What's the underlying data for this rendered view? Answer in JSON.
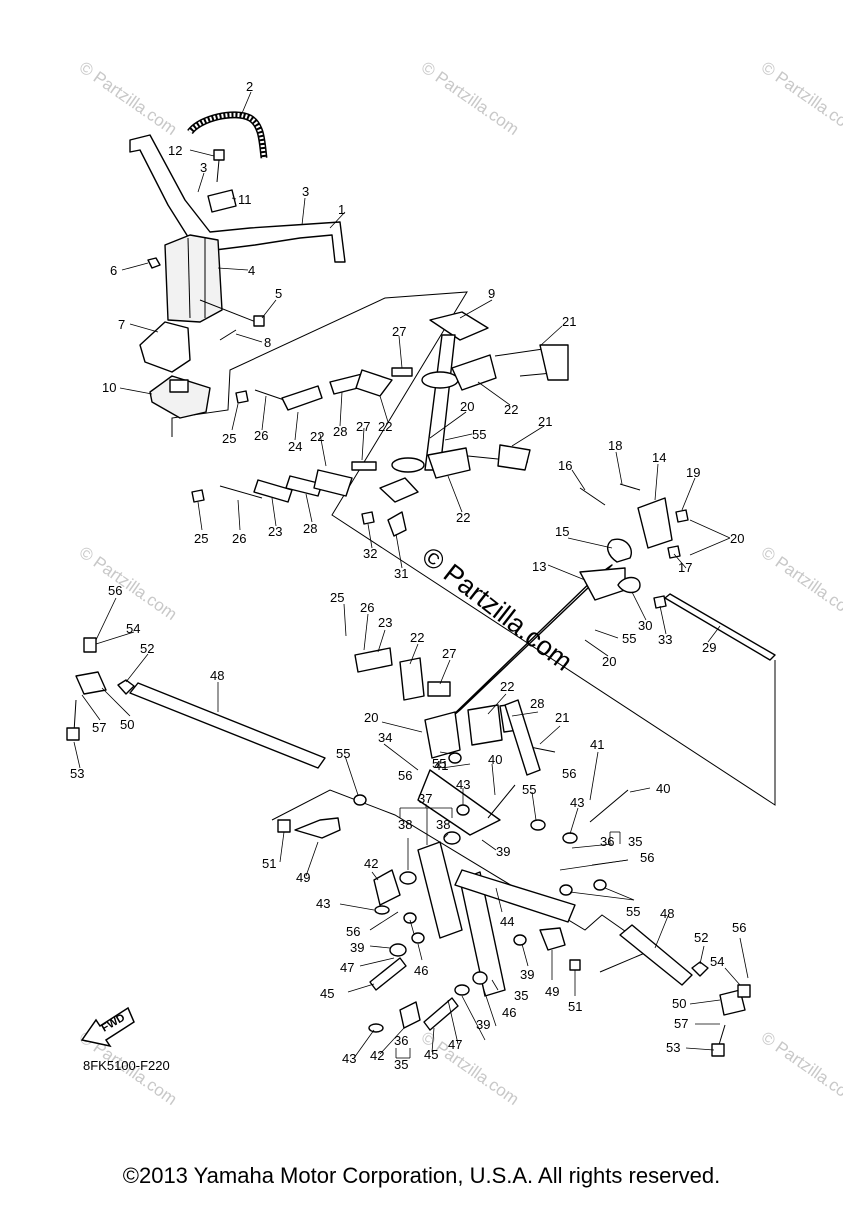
{
  "diagram": {
    "code": "8FK5100-F220",
    "fwd_label": "FWD",
    "center_watermark": "© Partzilla.com",
    "background_watermark": "© Partzilla.com",
    "copyright": "©2013 Yamaha Motor Corporation, U.S.A. All rights reserved."
  },
  "callouts": {
    "c1": "1",
    "c2": "2",
    "c3a": "3",
    "c3b": "3",
    "c4": "4",
    "c5": "5",
    "c6": "6",
    "c7": "7",
    "c8": "8",
    "c9": "9",
    "c10": "10",
    "c11": "11",
    "c12": "12",
    "c13": "13",
    "c14": "14",
    "c15": "15",
    "c16": "16",
    "c17": "17",
    "c18": "18",
    "c19": "19",
    "c20a": "20",
    "c20b": "20",
    "c20c": "20",
    "c20d": "20",
    "c21a": "21",
    "c21b": "21",
    "c21c": "21",
    "c22a": "22",
    "c22b": "22",
    "c22c": "22",
    "c22d": "22",
    "c22e": "22",
    "c22f": "22",
    "c23a": "23",
    "c23b": "23",
    "c24": "24",
    "c25a": "25",
    "c25b": "25",
    "c25c": "25",
    "c26a": "26",
    "c26b": "26",
    "c26c": "26",
    "c27a": "27",
    "c27b": "27",
    "c27c": "27",
    "c28a": "28",
    "c28b": "28",
    "c28c": "28",
    "c29": "29",
    "c30": "30",
    "c31": "31",
    "c32": "32",
    "c33": "33",
    "c34": "34",
    "c35a": "35",
    "c35b": "35",
    "c35c": "35",
    "c36a": "36",
    "c36b": "36",
    "c37": "37",
    "c38a": "38",
    "c38b": "38",
    "c39a": "39",
    "c39b": "39",
    "c39c": "39",
    "c39d": "39",
    "c40a": "40",
    "c40b": "40",
    "c41a": "41",
    "c41b": "41",
    "c42a": "42",
    "c42b": "42",
    "c43a": "43",
    "c43b": "43",
    "c43c": "43",
    "c43d": "43",
    "c44": "44",
    "c45a": "45",
    "c45b": "45",
    "c46a": "46",
    "c46b": "46",
    "c47a": "47",
    "c47b": "47",
    "c48a": "48",
    "c48b": "48",
    "c49a": "49",
    "c49b": "49",
    "c50a": "50",
    "c50b": "50",
    "c51a": "51",
    "c51b": "51",
    "c52a": "52",
    "c52b": "52",
    "c53a": "53",
    "c53b": "53",
    "c54a": "54",
    "c54b": "54",
    "c55a": "55",
    "c55b": "55",
    "c55c": "55",
    "c55d": "55",
    "c55e": "55",
    "c55f": "55",
    "c56a": "56",
    "c56b": "56",
    "c56c": "56",
    "c56d": "56",
    "c56e": "56",
    "c56f": "56",
    "c56g": "56",
    "c57a": "57",
    "c57b": "57"
  }
}
